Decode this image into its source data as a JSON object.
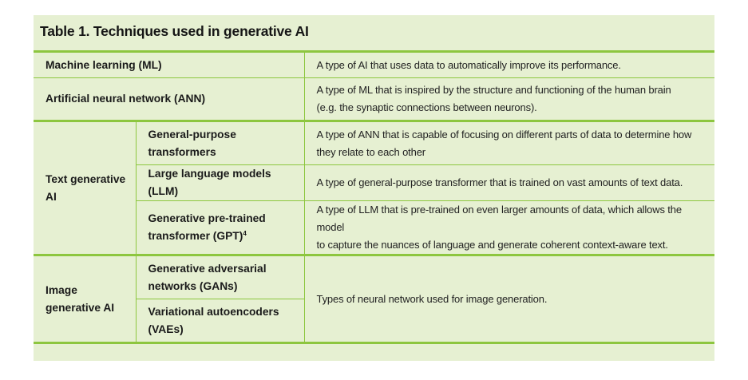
{
  "title": "Table 1. Techniques used in generative AI",
  "rows": {
    "ml": {
      "term": "Machine learning (ML)",
      "desc": "A type of AI that uses data to automatically improve its performance."
    },
    "ann": {
      "term": "Artificial neural network (ANN)",
      "desc_line1": "A type of ML that is inspired by the structure and functioning of the human brain",
      "desc_line2": "(e.g. the synaptic connections between neurons)."
    },
    "text_ai": {
      "group_line1": "Text generative",
      "group_line2": "AI",
      "gpt_general": {
        "term_line1": "General-purpose",
        "term_line2": "transformers",
        "desc_line1": "A type of ANN that is capable of focusing on different parts of data to determine how",
        "desc_line2": "they relate to each other"
      },
      "llm": {
        "term": "Large language models (LLM)",
        "desc": "A type of general-purpose transformer that is trained on vast amounts of text data."
      },
      "gpt": {
        "term_line1": "Generative pre-trained",
        "term_line2": "transformer (GPT)",
        "footnote": "4",
        "desc_line1": "A type of LLM that is pre-trained on even larger amounts of data, which allows the model",
        "desc_line2": "to capture the nuances of language and generate coherent context-aware text."
      }
    },
    "image_ai": {
      "group_line1": "Image",
      "group_line2": "generative AI",
      "gan": {
        "term_line1": "Generative adversarial",
        "term_line2": "networks (GANs)"
      },
      "vae": {
        "term_line1": "Variational autoencoders",
        "term_line2": "(VAEs)"
      },
      "desc": "Types of neural network used for image generation."
    }
  },
  "colors": {
    "panel_bg": "#e6f0d2",
    "rule": "#8dc63f",
    "text": "#1a1a1a"
  }
}
